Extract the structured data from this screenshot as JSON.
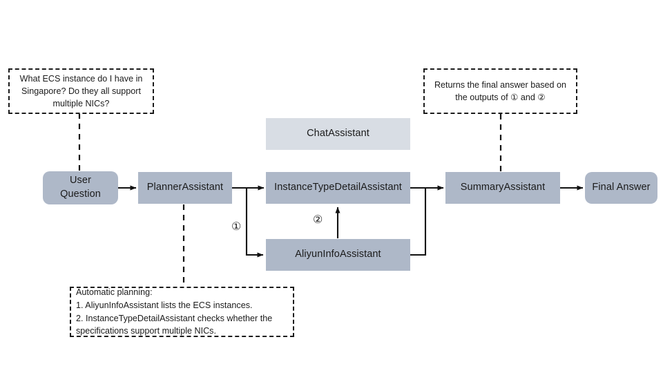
{
  "diagram": {
    "title": "Multi-assistant ECS question routing flow",
    "colors": {
      "node_fill": "#aeb8c8",
      "node_fill_light": "#d8dde4",
      "line": "#1b1b1b",
      "background": "#ffffff"
    },
    "nodes": [
      {
        "id": "user-question",
        "label": "User\nQuestion"
      },
      {
        "id": "planner-assistant",
        "label": "PlannerAssistant"
      },
      {
        "id": "chat-assistant",
        "label": "ChatAssistant"
      },
      {
        "id": "instance-type-detail-assistant",
        "label": "InstanceTypeDetailAssistant"
      },
      {
        "id": "aliyun-info-assistant",
        "label": "AliyunInfoAssistant"
      },
      {
        "id": "summary-assistant",
        "label": "SummaryAssistant"
      },
      {
        "id": "final-answer",
        "label": "Final Answer"
      }
    ],
    "callouts": [
      {
        "id": "user-question-callout",
        "text": "What ECS instance do I have in Singapore? Do they all support multiple NICs?"
      },
      {
        "id": "summary-callout",
        "text": "Returns the final answer based on the outputs of ① and ②"
      },
      {
        "id": "planner-callout",
        "text": "Automatic planning:\n1. AliyunInfoAssistant lists the ECS instances.\n2. InstanceTypeDetailAssistant checks whether the specifications support multiple NICs."
      }
    ],
    "markers": [
      {
        "id": "step-one",
        "label": "①"
      },
      {
        "id": "step-two",
        "label": "②"
      }
    ]
  }
}
